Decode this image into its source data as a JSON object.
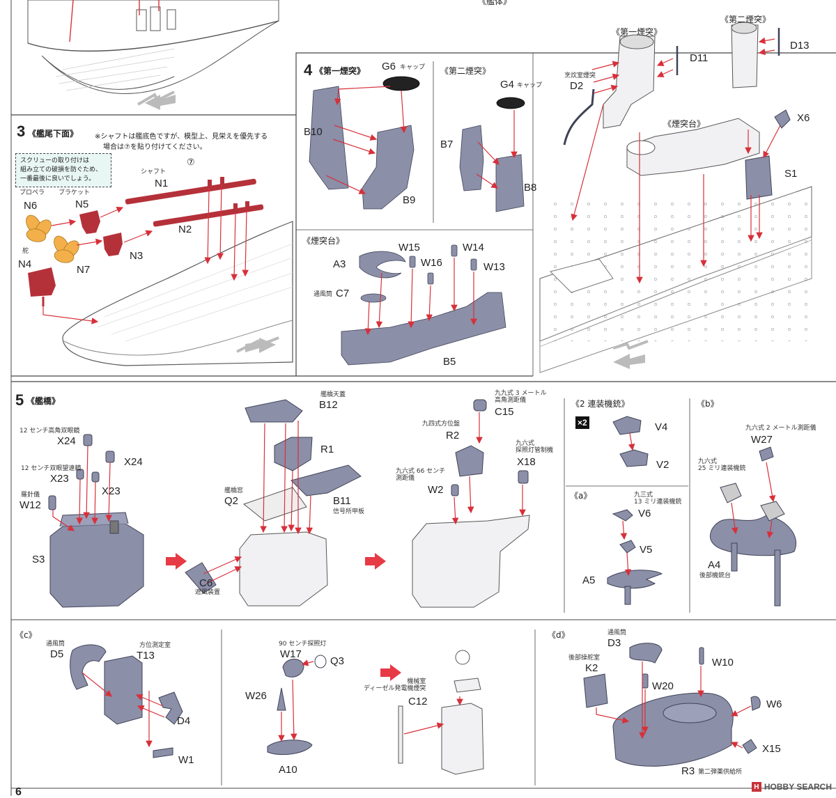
{
  "doc": {
    "hull_caption": "《艦体》",
    "step3": {
      "number": "3",
      "title": "《艦尾下面》",
      "note": "※シャフトは艦底色ですが、模型上、見栄えを優先する場合は⑦を貼り付けてください。",
      "note_line1": "※シャフトは艦底色ですが、模型上、見栄えを優先する",
      "note_line2": "場合は⑦を貼り付けてください。",
      "box_line1": "スクリューの取り付けは",
      "box_line2": "組み立ての破損を防ぐため、",
      "box_line3": "一番最後に良いでしょう。",
      "labels": {
        "shaft": "シャフト",
        "n1": "N1",
        "decal7": "⑦",
        "propeller": "プロペラ",
        "bracket": "ブラケット",
        "n6": "N6",
        "n5": "N5",
        "n2": "N2",
        "rudder": "舵",
        "n4": "N4",
        "n3": "N3",
        "n7": "N7"
      }
    },
    "step4": {
      "number": "4",
      "title": "《第一煙突》",
      "second_title": "《第二煙突》",
      "base_title": "《煙突台》",
      "labels": {
        "g6": "G6",
        "cap1": "キャップ",
        "b10": "B10",
        "b9": "B9",
        "g4": "G4",
        "cap2": "キャップ",
        "b7": "B7",
        "b8": "B8",
        "a3": "A3",
        "w15": "W15",
        "w16": "W16",
        "w14": "W14",
        "w13": "W13",
        "vent": "通風筒",
        "c7": "C7",
        "b5": "B5"
      },
      "right": {
        "first_title": "《第一煙突》",
        "second_title": "《第二煙突》",
        "base_title": "《煙突台》",
        "galley": "烹炊室煙突",
        "d2": "D2",
        "d11": "D11",
        "d13": "D13",
        "x6": "X6",
        "s1": "S1"
      }
    },
    "step5": {
      "number": "5",
      "title": "《艦橋》",
      "labels": {
        "x24_sub": "12 センチ高角双眼鏡",
        "x24": "X24",
        "x24b": "X24",
        "x23_sub": "12 センチ双眼望遠鏡",
        "x23": "X23",
        "x23b": "X23",
        "w12_sub": "羅針儀",
        "w12": "W12",
        "s3": "S3",
        "b12_sub": "艦橋天蓋",
        "b12": "B12",
        "r1": "R1",
        "q2_sub": "艦橋窓",
        "q2": "Q2",
        "b11": "B11",
        "b11_sub": "信号所甲板",
        "c6": "C6",
        "c6_sub": "遮風装置",
        "c15_sub": "九九式 3 メートル\n高角測距儀",
        "c15": "C15",
        "r2_sub": "九四式方位盤",
        "r2": "R2",
        "x18_sub": "九六式\n探照灯管制機",
        "x18": "X18",
        "w2_sub": "九六式 66 センチ\n測距儀",
        "w2": "W2"
      },
      "twin": {
        "title": "《2 連装機銃》",
        "x2": "×2",
        "v4": "V4",
        "v2": "V2"
      },
      "a": {
        "title": "《a》",
        "v6_sub": "九三式\n13 ミリ連装機銃",
        "v6": "V6",
        "v5": "V5",
        "a5": "A5"
      },
      "b": {
        "title": "《b》",
        "w27_sub": "九六式 2 メートル測距儀",
        "w27": "W27",
        "mg_sub": "九六式\n25 ミリ連装機銃",
        "a4": "A4",
        "a4_sub": "後部機銃台"
      },
      "c": {
        "title": "《c》",
        "d5_sub": "通風筒",
        "d5": "D5",
        "t13_sub": "方位測定室",
        "t13": "T13",
        "d4": "D4",
        "w1": "W1",
        "w17_sub": "90 センチ探照灯",
        "w17": "W17",
        "q3": "Q3",
        "w26": "W26",
        "a10": "A10",
        "c12_sub": "機械室\nディーゼル発電機煙突",
        "c12": "C12"
      },
      "d": {
        "title": "《d》",
        "d3_sub": "通風筒",
        "d3": "D3",
        "k2_sub": "後部操舵室",
        "k2": "K2",
        "w10": "W10",
        "w20": "W20",
        "w6": "W6",
        "x15": "X15",
        "r3": "R3",
        "r3_sub": "第二弾薬供給所"
      }
    },
    "next_step": "6",
    "watermark": "HOBBY SEARCH",
    "watermark_mark": "H"
  }
}
